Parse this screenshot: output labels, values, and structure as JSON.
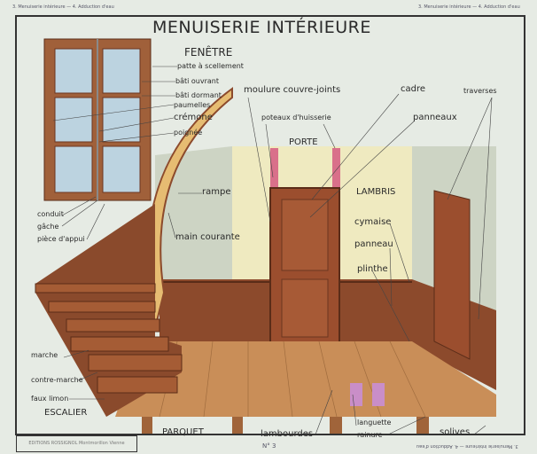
{
  "title": "MENUISERIE INTÉRIEURE",
  "edge_caption": "3. Menuiserie intérieure — 4. Adduction d'eau",
  "sheet_number": "N° 3",
  "publisher": "EDITIONS ROSSIGNOL Montmorillon Vienne",
  "sections": {
    "window": "FENÊTRE",
    "door": "PORTE",
    "panelling": "LAMBRIS",
    "stairs": "ESCALIER",
    "floor": "PARQUET"
  },
  "window_labels": [
    "patte à scellement",
    "bâti ouvrant",
    "bâti dormant",
    "paumelles",
    "crémone",
    "poignée",
    "conduit",
    "gâche",
    "pièce d'appui"
  ],
  "room_labels": [
    "moulure couvre-joints",
    "cadre",
    "traverses",
    "poteaux d'huisserie",
    "panneaux",
    "rampe",
    "main courante",
    "cymaise",
    "panneau",
    "plinthe"
  ],
  "stair_labels": [
    "marche",
    "contre-marche",
    "faux limon"
  ],
  "floor_labels": [
    "lambourdes",
    "languette",
    "rainure",
    "solives"
  ]
}
